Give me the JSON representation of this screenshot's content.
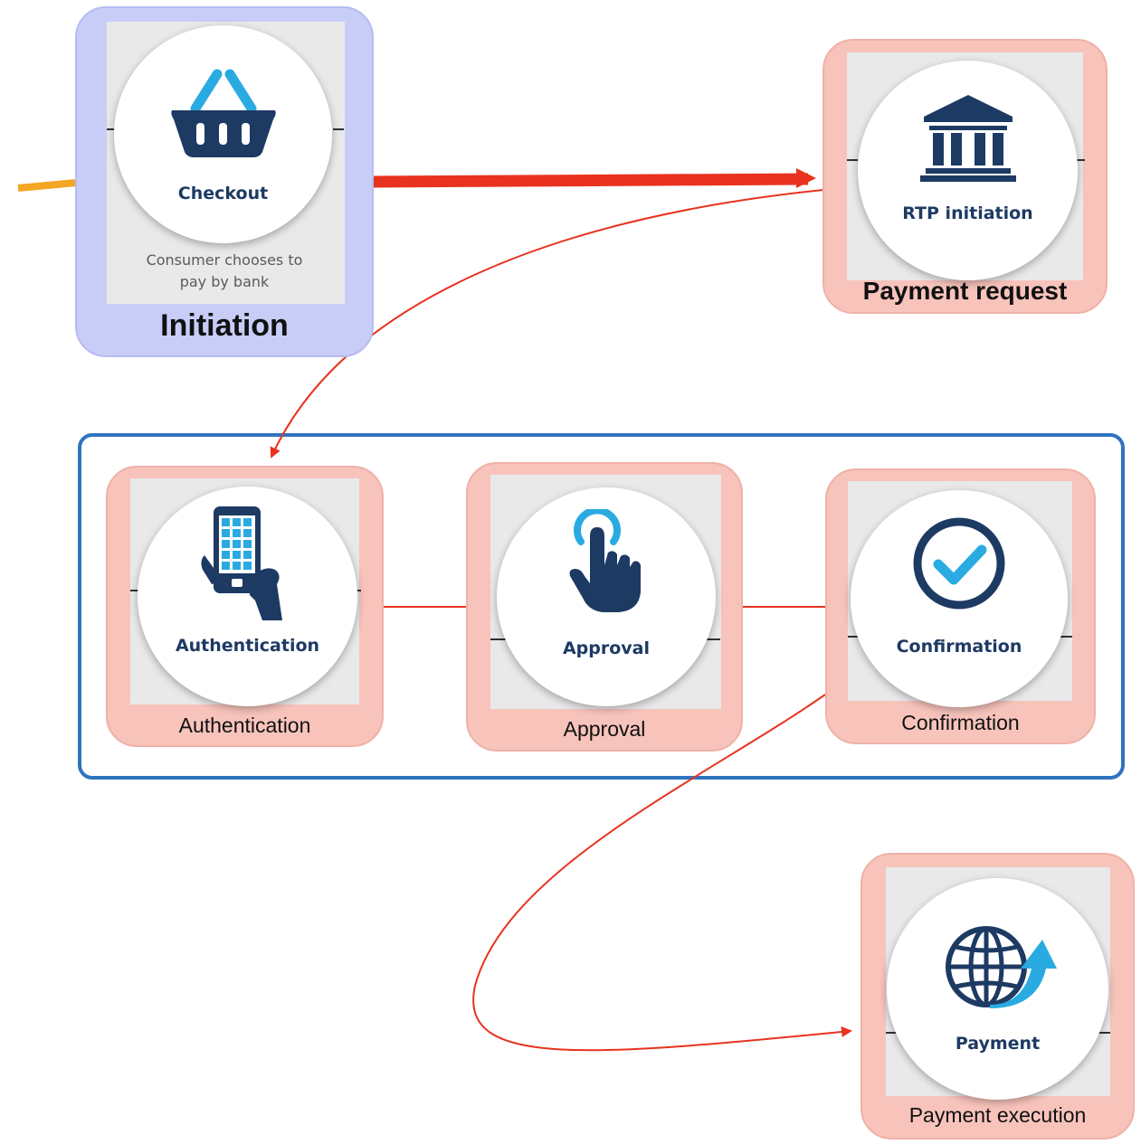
{
  "nodes": {
    "initiation": {
      "circle_label": "Checkout",
      "description_line1": "Consumer chooses to",
      "description_line2": "pay by bank",
      "caption": "Initiation",
      "icon": "basket-icon"
    },
    "payment_request": {
      "circle_label": "RTP initiation",
      "caption": "Payment request",
      "icon": "bank-icon"
    },
    "authentication": {
      "circle_label": "Authentication",
      "caption": "Authentication",
      "icon": "smartphone-hand-icon"
    },
    "approval": {
      "circle_label": "Approval",
      "caption": "Approval",
      "icon": "tap-finger-icon"
    },
    "confirmation": {
      "circle_label": "Confirmation",
      "caption": "Confirmation",
      "icon": "check-circle-icon"
    },
    "payment_execution": {
      "circle_label": "Payment",
      "caption": "Payment execution",
      "icon": "globe-arrow-icon"
    }
  },
  "colors": {
    "initiation_fill": "#c8cdf8",
    "node_fill": "#f7c3bb",
    "group_border": "#2f74c0",
    "connector": "#e8321f",
    "incoming": "#f5a623",
    "icon_dark": "#1d3a63",
    "icon_light": "#29abe2"
  }
}
